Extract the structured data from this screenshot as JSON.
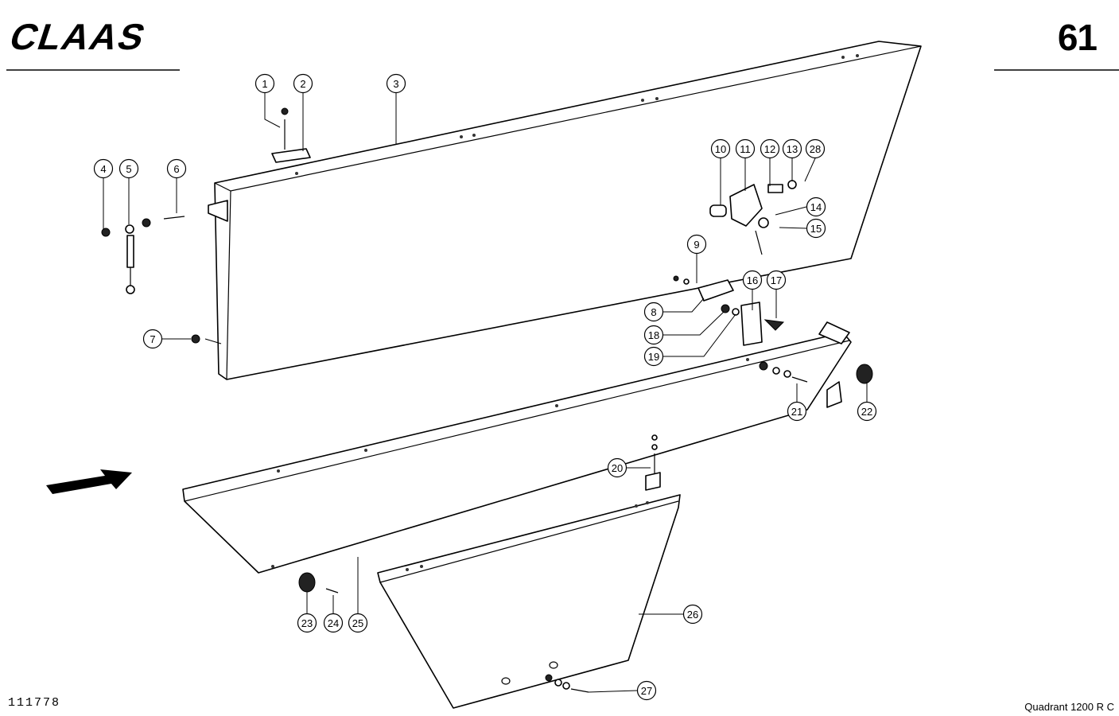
{
  "header": {
    "brand_logo": "CLAAS",
    "page_number": "61"
  },
  "footer": {
    "drawing_number": "111778",
    "model": "Quadrant 1200 R C"
  },
  "icons": {
    "direction_arrow": "arrow-right-icon"
  },
  "callouts": [
    "1",
    "2",
    "3",
    "4",
    "5",
    "6",
    "7",
    "8",
    "9",
    "10",
    "11",
    "12",
    "13",
    "14",
    "15",
    "16",
    "17",
    "18",
    "19",
    "20",
    "21",
    "22",
    "23",
    "24",
    "25",
    "26",
    "27",
    "28"
  ]
}
